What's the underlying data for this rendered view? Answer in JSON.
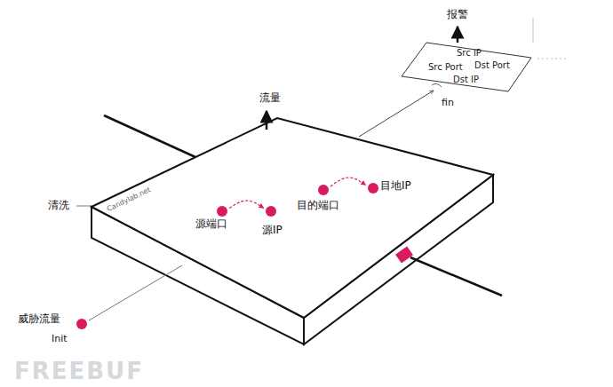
{
  "diagram": {
    "nodes": [
      {
        "text": [
          "源端口"
        ]
      },
      {
        "text": [
          "源IP"
        ]
      },
      {
        "text": [
          "目的端口"
        ]
      },
      {
        "text": [
          "目地IP"
        ]
      },
      {
        "text": [
          "Src IP",
          "Src Port",
          "Dst Port",
          "Dst IP"
        ]
      }
    ],
    "edges": [
      {
        "from": 0,
        "to": 1,
        "arrow": "to"
      },
      {
        "from": 2,
        "to": 3,
        "arrow": "to"
      }
    ],
    "labels": [
      "报警",
      "流量",
      "清洗",
      "Candylab.net",
      "fin",
      "威胁流量",
      "Init",
      "FREEBUF"
    ]
  }
}
